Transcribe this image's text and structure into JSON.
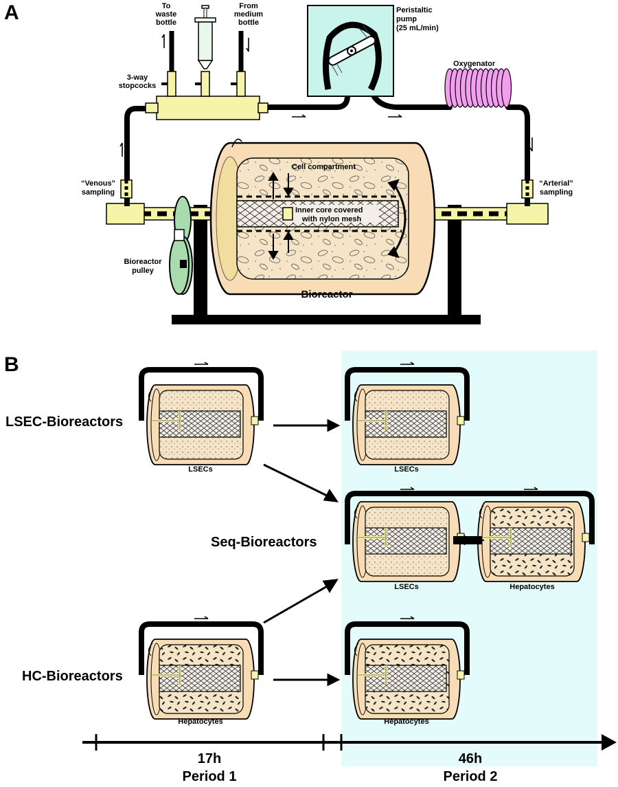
{
  "panel_a": {
    "letter": "A",
    "waste_line1": "To",
    "waste_line2": "waste",
    "waste_line3": "bottle",
    "medium_line1": "From",
    "medium_line2": "medium",
    "medium_line3": "bottle",
    "pump_line1": "Peristaltic",
    "pump_line2": "pump",
    "pump_line3": "(25 mL/min)",
    "oxygenator": "Oxygenator",
    "stopcocks_line1": "3-way",
    "stopcocks_line2": "stopcocks",
    "venous_line1": "“Venous”",
    "venous_line2": "sampling",
    "arterial_line1": "“Arterial”",
    "arterial_line2": "sampling",
    "cell_compartment": "Cell compartment",
    "core_line1": "Inner core covered",
    "core_line2": "with nylon mesh",
    "pulley_line1": "Bioreactor",
    "pulley_line2": "pulley",
    "bioreactor": "Bioreactor"
  },
  "panel_b": {
    "letter": "B",
    "row_lsec": "LSEC-Bioreactors",
    "row_seq": "Seq-Bioreactors",
    "row_hc": "HC-Bioreactors",
    "cap_lsec_p1": "LSECs",
    "cap_lsec_p2": "LSECs",
    "cap_seq_lsec": "LSECs",
    "cap_seq_hep": "Hepatocytes",
    "cap_hc_p1": "Hepatocytes",
    "cap_hc_p2": "Hepatocytes"
  },
  "timeline": {
    "p1_duration": "17h",
    "p1_label": "Period 1",
    "p2_duration": "46h",
    "p2_label": "Period 2"
  },
  "colors": {
    "fill_tan": "#f7dcb6",
    "inner_tan": "#f5e4c6",
    "yellow": "#f5f4a8",
    "period2_bg": "#e4fbfb",
    "pump_bg": "#c8f4ec",
    "oxygenator": "#f49ef2",
    "pulley": "#a8dcae"
  }
}
